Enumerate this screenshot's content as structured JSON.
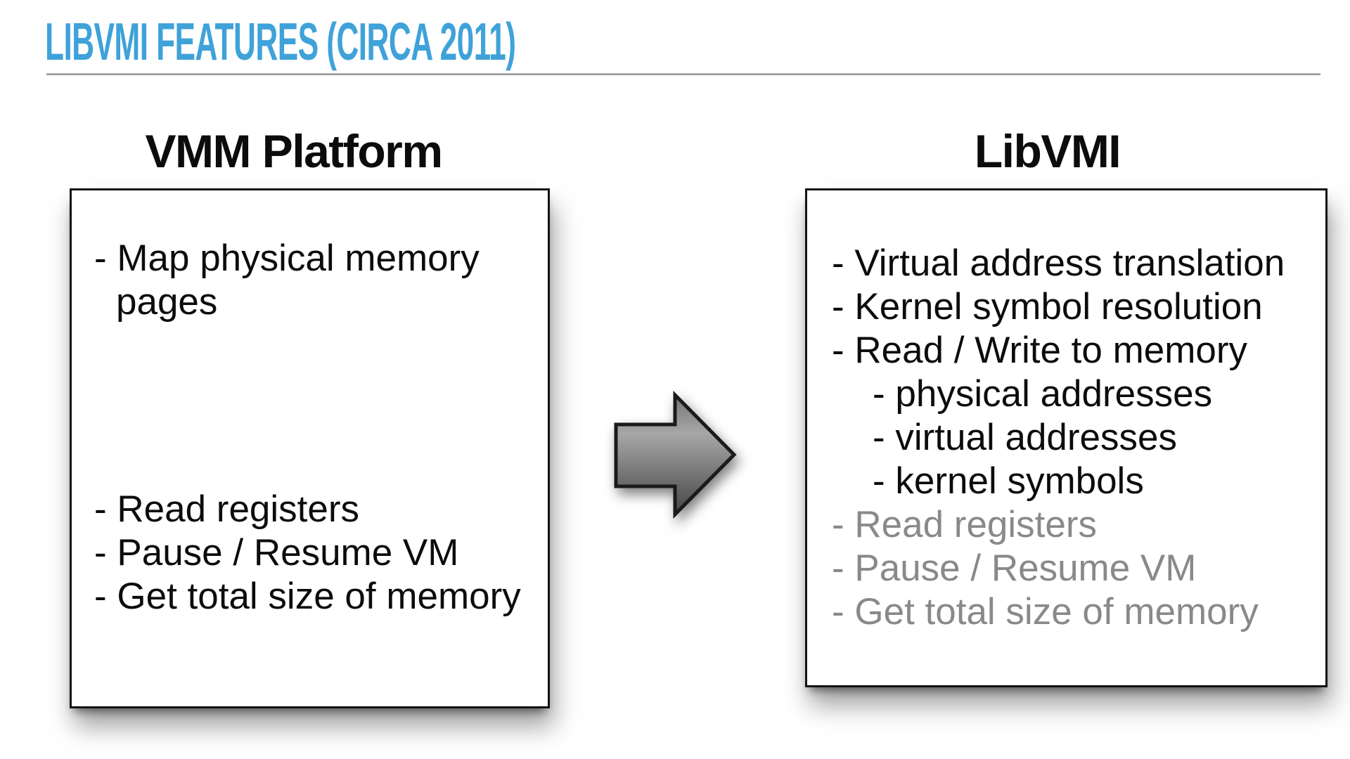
{
  "slide": {
    "title": "LIBVMI FEATURES (CIRCA 2011)"
  },
  "colors": {
    "title_blue": "#3FA2D9",
    "text_black": "#0C0C0C",
    "muted_gray": "#898989",
    "box_border": "#141414"
  },
  "left_panel": {
    "heading": "VMM Platform",
    "top_items": [
      "- Map physical memory pages"
    ],
    "bottom_items": [
      "- Read registers",
      "- Pause / Resume VM",
      "- Get total size of memory"
    ]
  },
  "arrow": {
    "icon": "right-block-arrow"
  },
  "right_panel": {
    "heading": "LibVMI",
    "features": [
      "- Virtual address translation",
      "- Kernel symbol resolution",
      "- Read / Write to memory"
    ],
    "sub_features": [
      "- physical addresses",
      "- virtual addresses",
      "- kernel symbols"
    ],
    "inherited_features": [
      "- Read registers",
      "- Pause / Resume VM",
      "- Get total size of memory"
    ]
  }
}
